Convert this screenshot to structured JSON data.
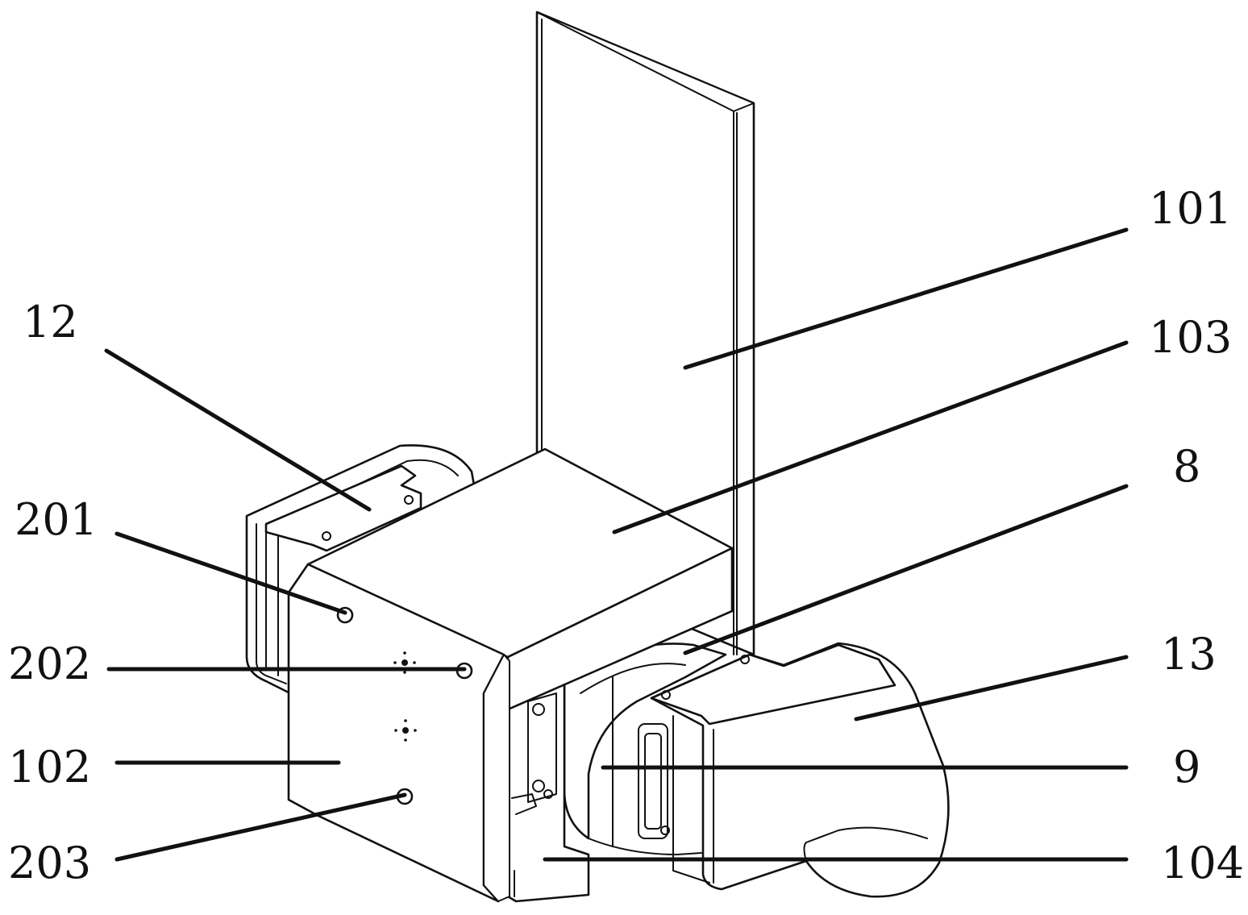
{
  "labels": {
    "l101": "101",
    "l103": "103",
    "l12": "12",
    "l8": "8",
    "l201": "201",
    "l13": "13",
    "l202": "202",
    "l102": "102",
    "l9": "9",
    "l203": "203",
    "l104": "104"
  }
}
